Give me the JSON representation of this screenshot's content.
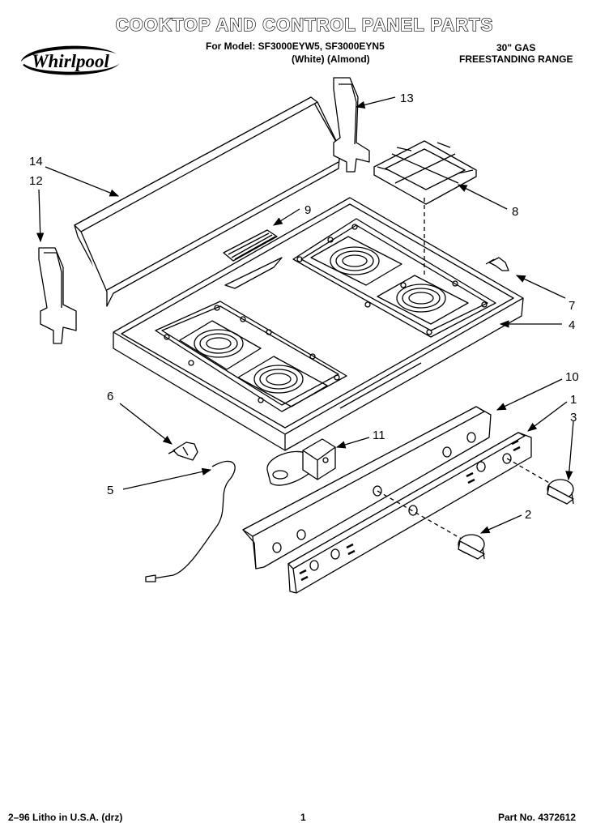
{
  "header": {
    "title": "COOKTOP AND CONTROL PANEL PARTS",
    "model_line": "For Model: SF3000EYW5, SF3000EYN5",
    "color_line": "(White)   (Almond)",
    "spec_line_1": "30\" GAS",
    "spec_line_2": "FREESTANDING RANGE"
  },
  "logo": {
    "text": "Whirlpool",
    "icon": "whirlpool-logo"
  },
  "callouts": {
    "c1": "1",
    "c2": "2",
    "c3": "3",
    "c4": "4",
    "c5": "5",
    "c6": "6",
    "c7": "7",
    "c8": "8",
    "c9": "9",
    "c10": "10",
    "c11": "11",
    "c12": "12",
    "c13": "13",
    "c14": "14"
  },
  "footer": {
    "litho": "2–96 Litho in U.S.A. (drz)",
    "page": "1",
    "part_no": "Part No. 4372612"
  }
}
